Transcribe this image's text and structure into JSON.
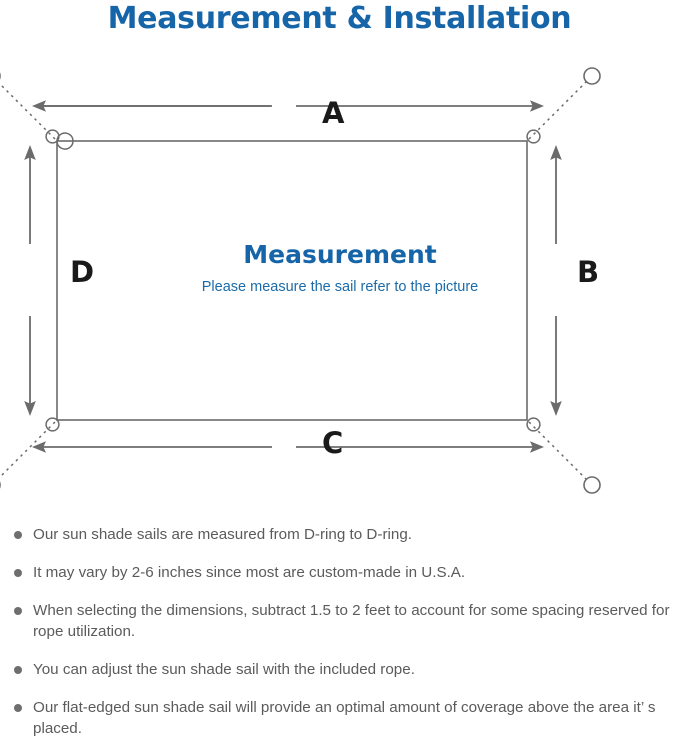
{
  "title": "Measurement & Installation",
  "colors": {
    "brand_blue": "#1565a8",
    "line_gray": "#6b6b6b",
    "text_gray": "#5b5b5b",
    "label_black": "#1a1a1a"
  },
  "diagram": {
    "center_heading": "Measurement",
    "center_subtitle": "Please measure the sail refer to the picture",
    "dimension_labels": {
      "top": "A",
      "right": "B",
      "bottom": "C",
      "left": "D"
    },
    "anchor_count": 4,
    "d_ring_count": 4
  },
  "notes": [
    "Our sun shade sails are measured from D-ring to D-ring.",
    "It may vary by 2-6 inches since most are custom-made in U.S.A.",
    "When selecting the dimensions, subtract 1.5 to 2 feet to account for some spacing reserved for rope utilization.",
    "You can adjust the sun shade sail with the included rope.",
    "Our flat-edged sun shade sail will provide an optimal amount of coverage above the area it’ s placed."
  ]
}
